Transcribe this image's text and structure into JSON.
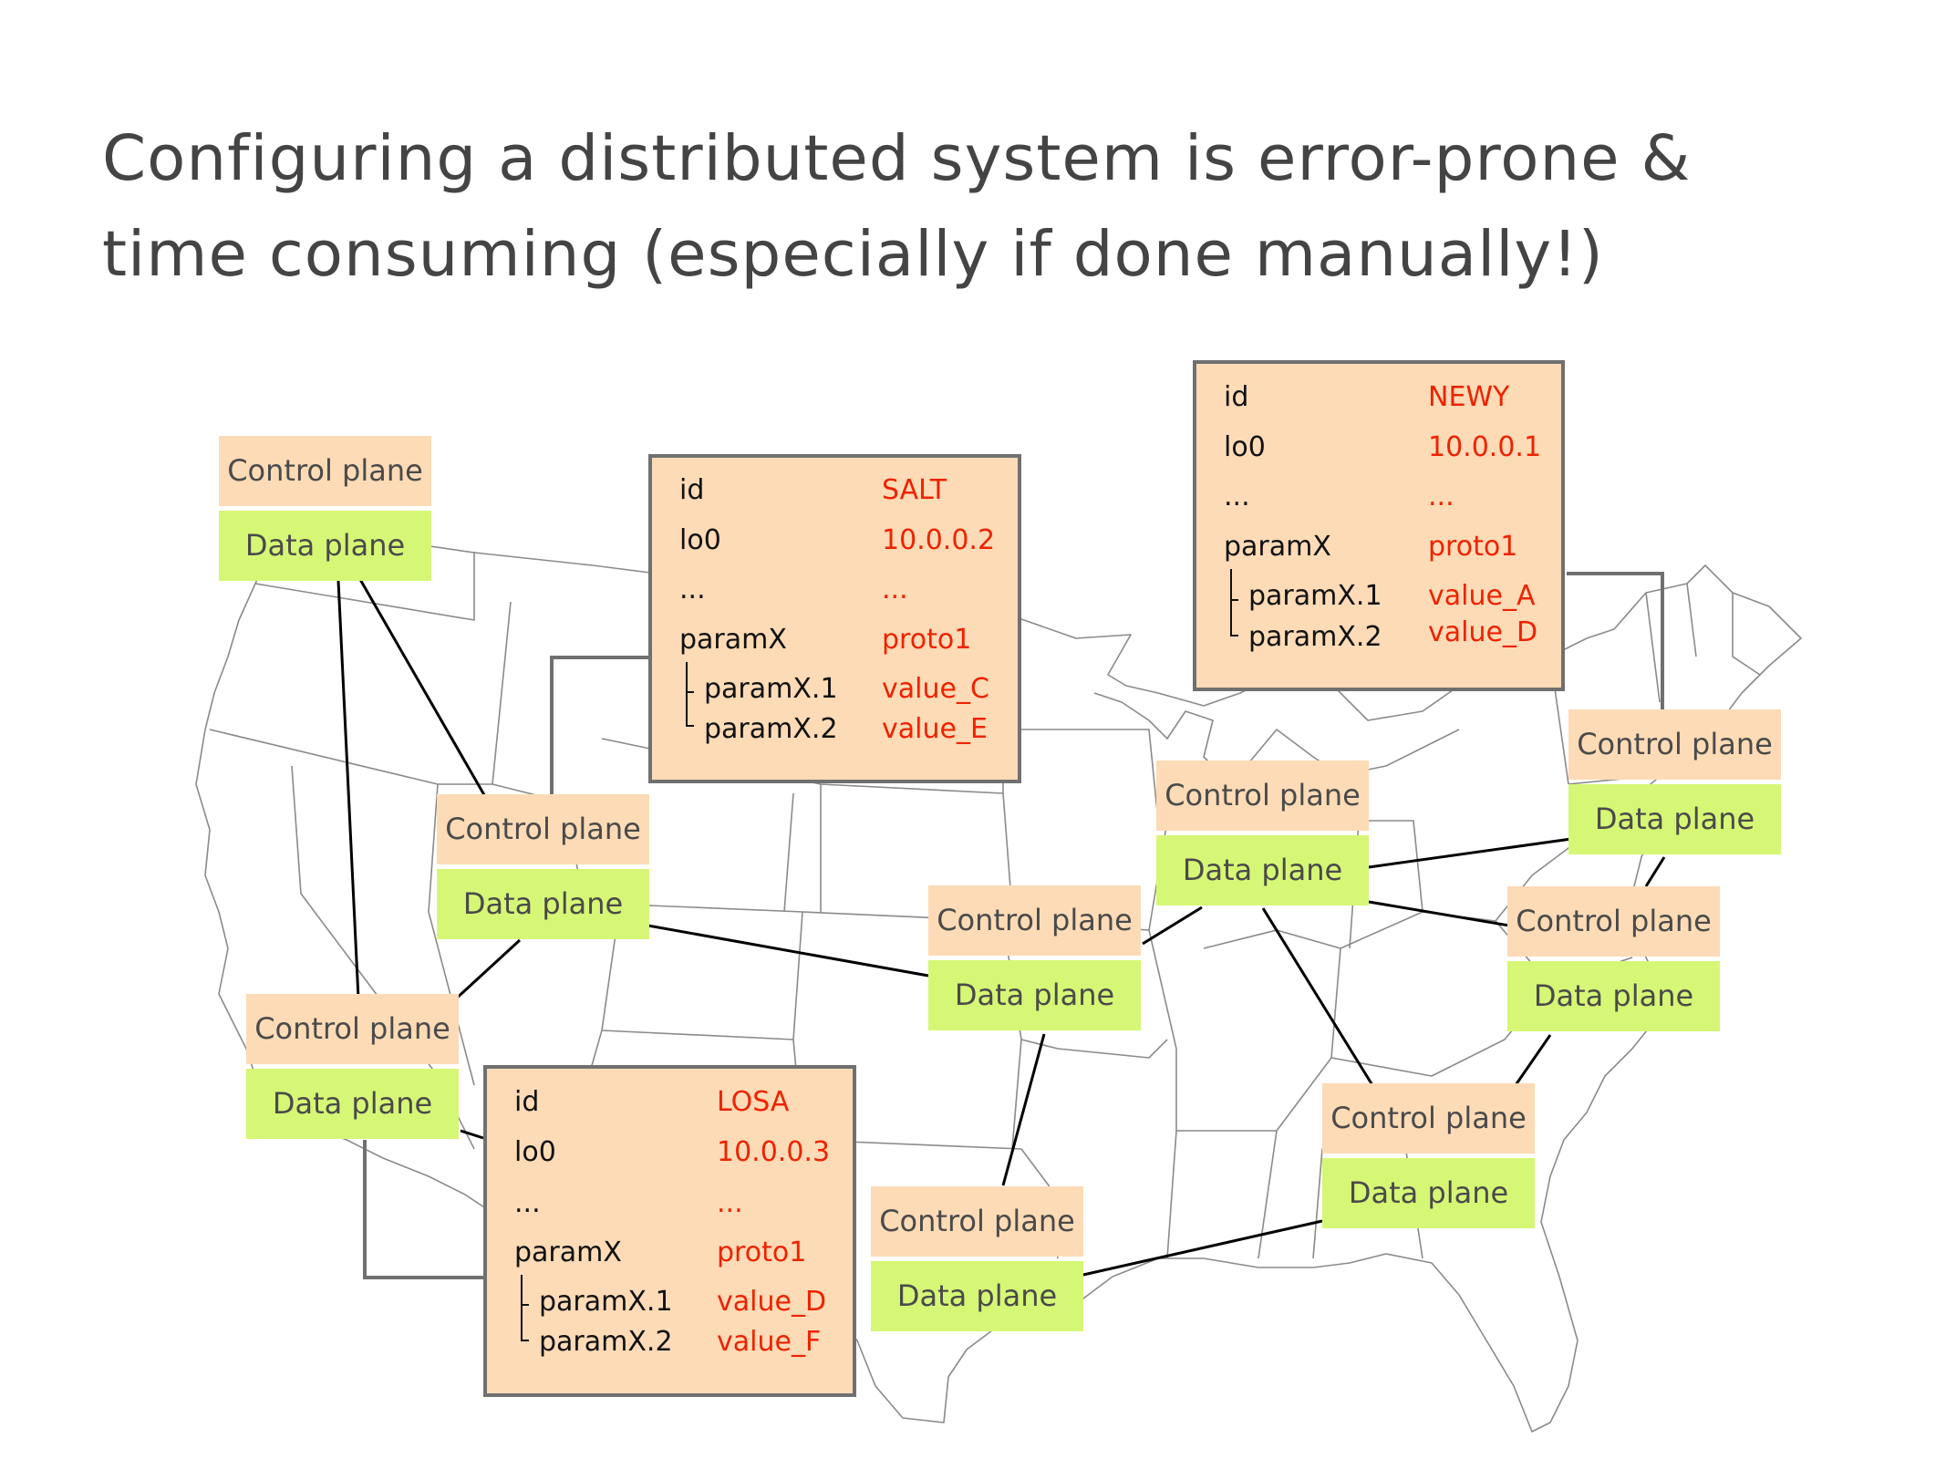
{
  "slide": {
    "title_line1": "Configuring a distributed system is error-prone &",
    "title_line2": "time consuming (especially if done manually!)"
  },
  "node_labels": {
    "control_plane": "Control plane",
    "data_plane": "Data plane"
  },
  "configs": {
    "salt": {
      "rows": [
        {
          "key": "id",
          "value": "SALT"
        },
        {
          "key": "lo0",
          "value": "10.0.0.2"
        },
        {
          "key": "...",
          "value": "..."
        },
        {
          "key": "paramX",
          "value": "proto1"
        },
        {
          "key": "paramX.1",
          "value": "value_C"
        },
        {
          "key": "paramX.2",
          "value": "value_E"
        }
      ]
    },
    "newy": {
      "rows": [
        {
          "key": "id",
          "value": "NEWY"
        },
        {
          "key": "lo0",
          "value": "10.0.0.1"
        },
        {
          "key": "...",
          "value": "..."
        },
        {
          "key": "paramX",
          "value": "proto1"
        },
        {
          "key": "paramX.1",
          "value": "value_A"
        },
        {
          "key": "paramX.2",
          "value": "value_D"
        }
      ]
    },
    "losa": {
      "rows": [
        {
          "key": "id",
          "value": "LOSA"
        },
        {
          "key": "lo0",
          "value": "10.0.0.3"
        },
        {
          "key": "...",
          "value": "..."
        },
        {
          "key": "paramX",
          "value": "proto1"
        },
        {
          "key": "paramX.1",
          "value": "value_D"
        },
        {
          "key": "paramX.2",
          "value": "value_F"
        }
      ]
    }
  },
  "colors": {
    "control_plane_fill": "#fddbb6",
    "data_plane_fill": "#d6f776",
    "config_value_text": "#ee2200",
    "title_text": "#444444"
  }
}
